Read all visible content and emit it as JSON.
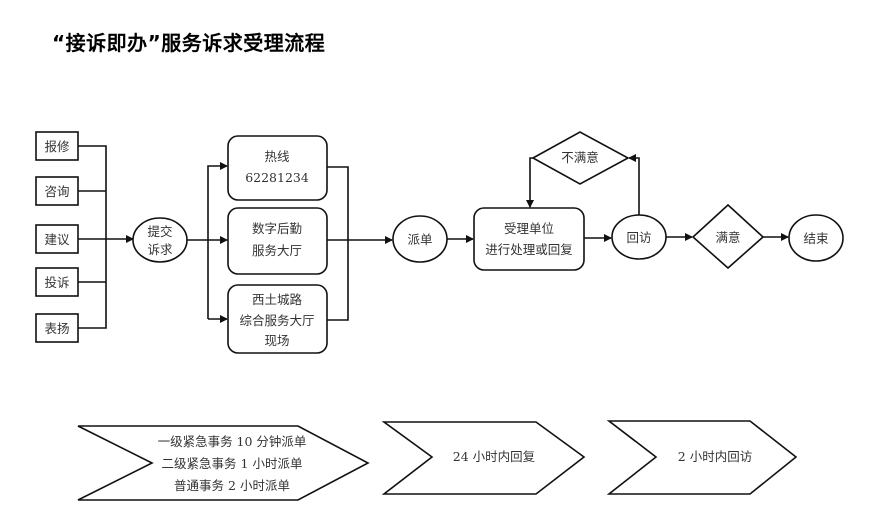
{
  "title": "“接诉即办”服务诉求受理流程",
  "sources": [
    "报修",
    "咨询",
    "建议",
    "投诉",
    "表扬"
  ],
  "submit_node": [
    "提交",
    "诉求"
  ],
  "channels": [
    {
      "lines": [
        "热线",
        "62281234"
      ]
    },
    {
      "lines": [
        "数字后勤",
        "服务大厅"
      ]
    },
    {
      "lines": [
        "西土城路",
        "综合服务大厅",
        "现场"
      ]
    }
  ],
  "dispatch_node": "派单",
  "handling_node": [
    "受理单位",
    "进行处理或回复"
  ],
  "unsatisfied_node": "不满意",
  "revisit_node": "回访",
  "satisfied_node": "满意",
  "end_node": "结束",
  "timelines": [
    {
      "lines": [
        "一级紧急事务 10 分钟派单",
        "二级紧急事务 1 小时派单",
        "普通事务 2 小时派单"
      ]
    },
    {
      "lines": [
        "24 小时内回复"
      ]
    },
    {
      "lines": [
        "2 小时内回访"
      ]
    }
  ]
}
